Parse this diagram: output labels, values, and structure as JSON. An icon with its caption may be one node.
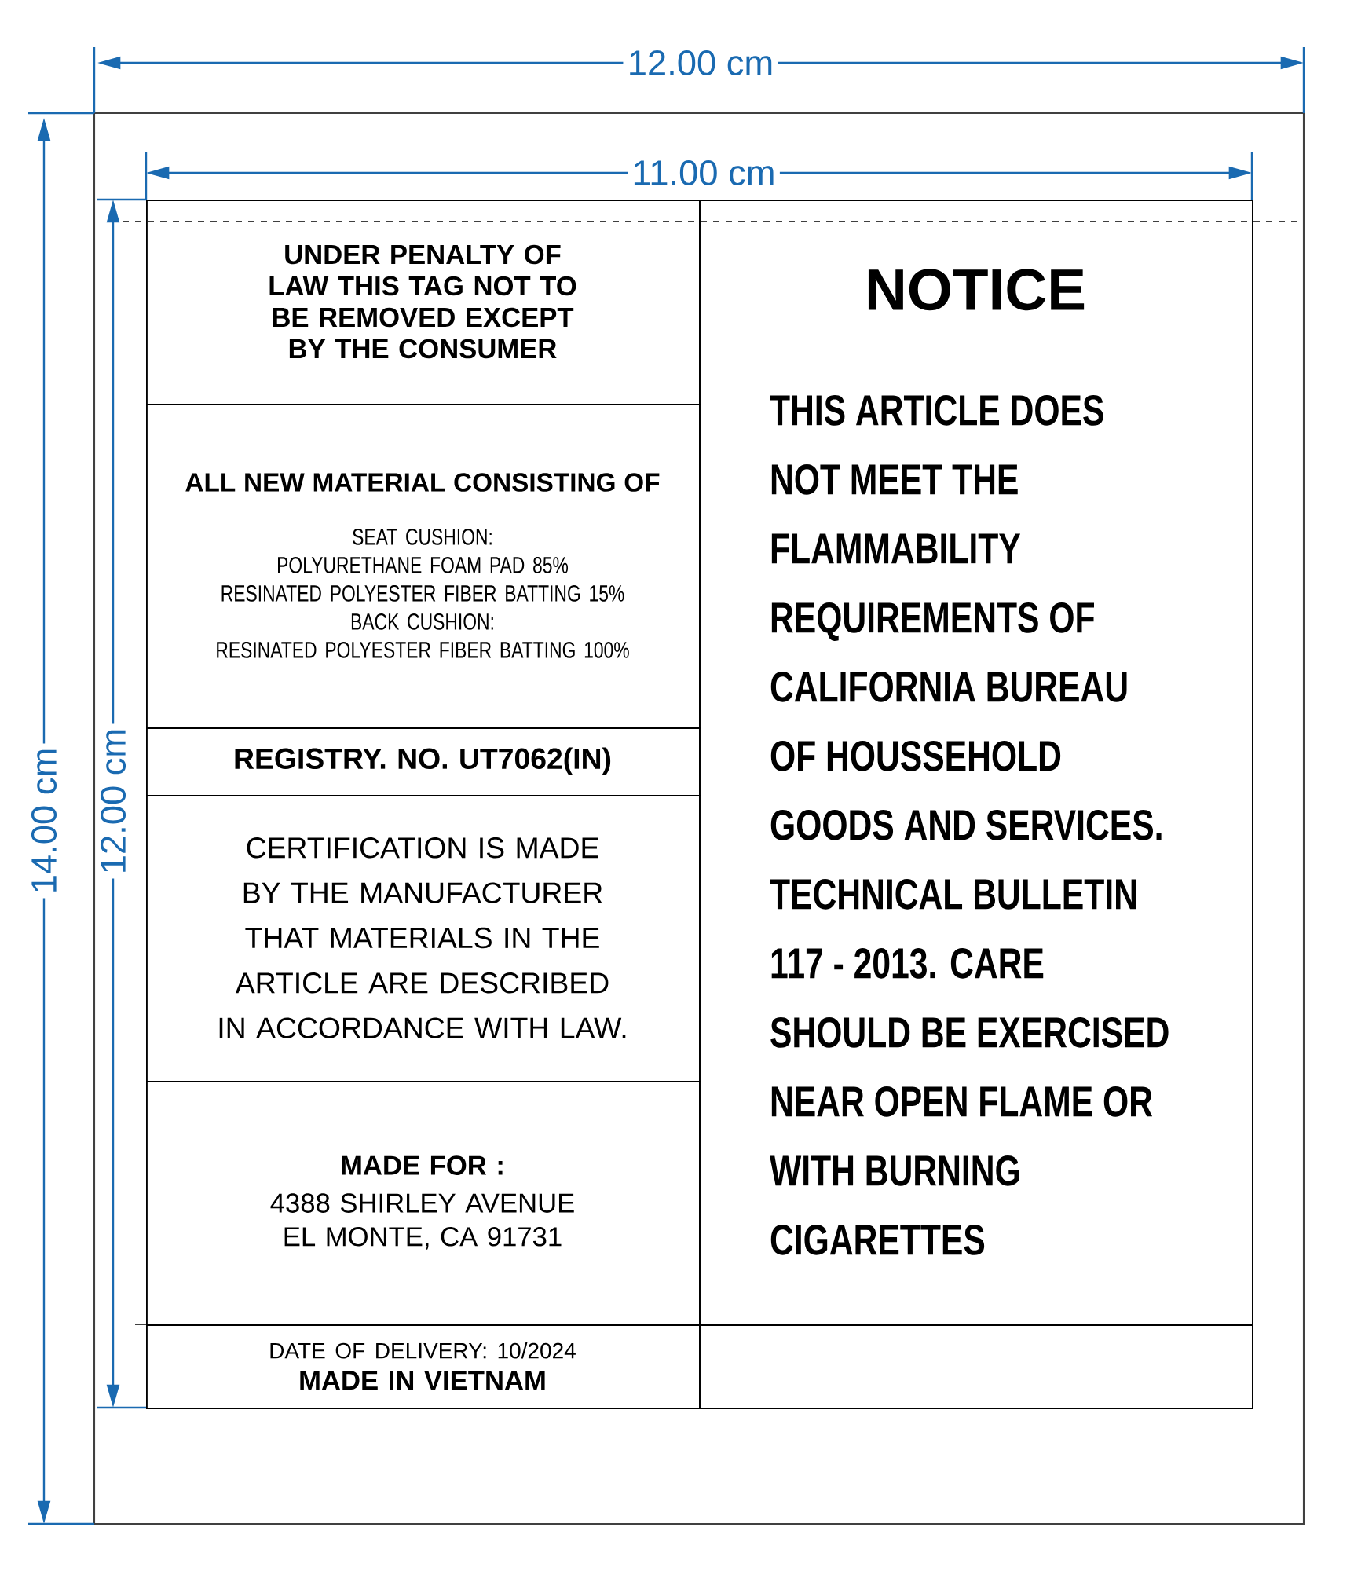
{
  "diagram": {
    "nodes": [
      {
        "text": [
          "UNDER PENALTY OF LAW THIS TAG NOT TO BE REMOVED EXCEPT BY THE CONSUMER"
        ]
      },
      {
        "text": [
          "ALL NEW MATERIAL CONSISTING OF",
          "SEAT CUSHION:",
          "POLYURETHANE FOAM PAD 85%",
          "RESINATED POLYESTER FIBER BATTING 15%",
          "BACK CUSHION:",
          "RESINATED POLYESTER FIBER BATTING 100%"
        ]
      },
      {
        "text": [
          "REGISTRY. NO. UT7062(IN)"
        ]
      },
      {
        "text": [
          "CERTIFICATION IS MADE BY THE MANUFACTURER THAT MATERIALS IN THE ARTICLE ARE DESCRIBED IN ACCORDANCE WITH LAW."
        ]
      },
      {
        "text": [
          "MADE FOR :",
          "4388 SHIRLEY AVENUE",
          "EL MONTE, CA 91731"
        ]
      },
      {
        "text": [
          "DATE OF DELIVERY: 10/2024",
          "MADE IN VIETNAM"
        ]
      },
      {
        "text": [],
        "shape": "box"
      },
      {
        "text": [
          "NOTICE",
          "THIS ARTICLE DOES NOT MEET THE FLAMMABILITY REQUIREMENTS OF CALIFORNIA BUREAU OF HOUSSEHOLD GOODS AND SERVICES. TECHNICAL BULLETIN 117 - 2013. CARE SHOULD BE EXERCISED NEAR OPEN FLAME OR WITH BURNING CIGARETTES"
        ]
      }
    ],
    "labels": [
      "12.00 cm",
      "11.00 cm",
      "14.00 cm",
      "12.00 cm"
    ]
  }
}
